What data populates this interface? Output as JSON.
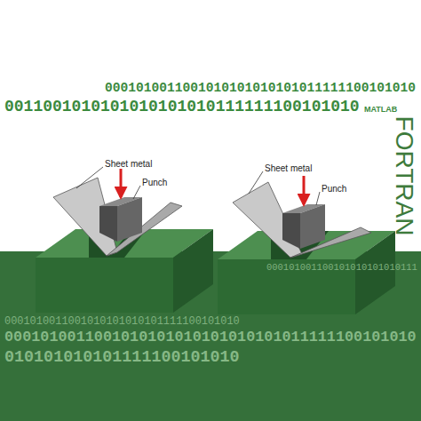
{
  "diagram": {
    "labels": [
      "0001010011001010101010101011111100101010",
      "0011001010101010101010111111100101010",
      "MATLAB",
      "FORTRAN",
      "Sheet metal",
      "Punch",
      "Sheet metal",
      "Punch",
      "000101001100101010101010111",
      "0001010011001010101010101111100101010",
      "0001010011001010101010101010101011111100101010",
      "010101010101111100101010"
    ]
  }
}
